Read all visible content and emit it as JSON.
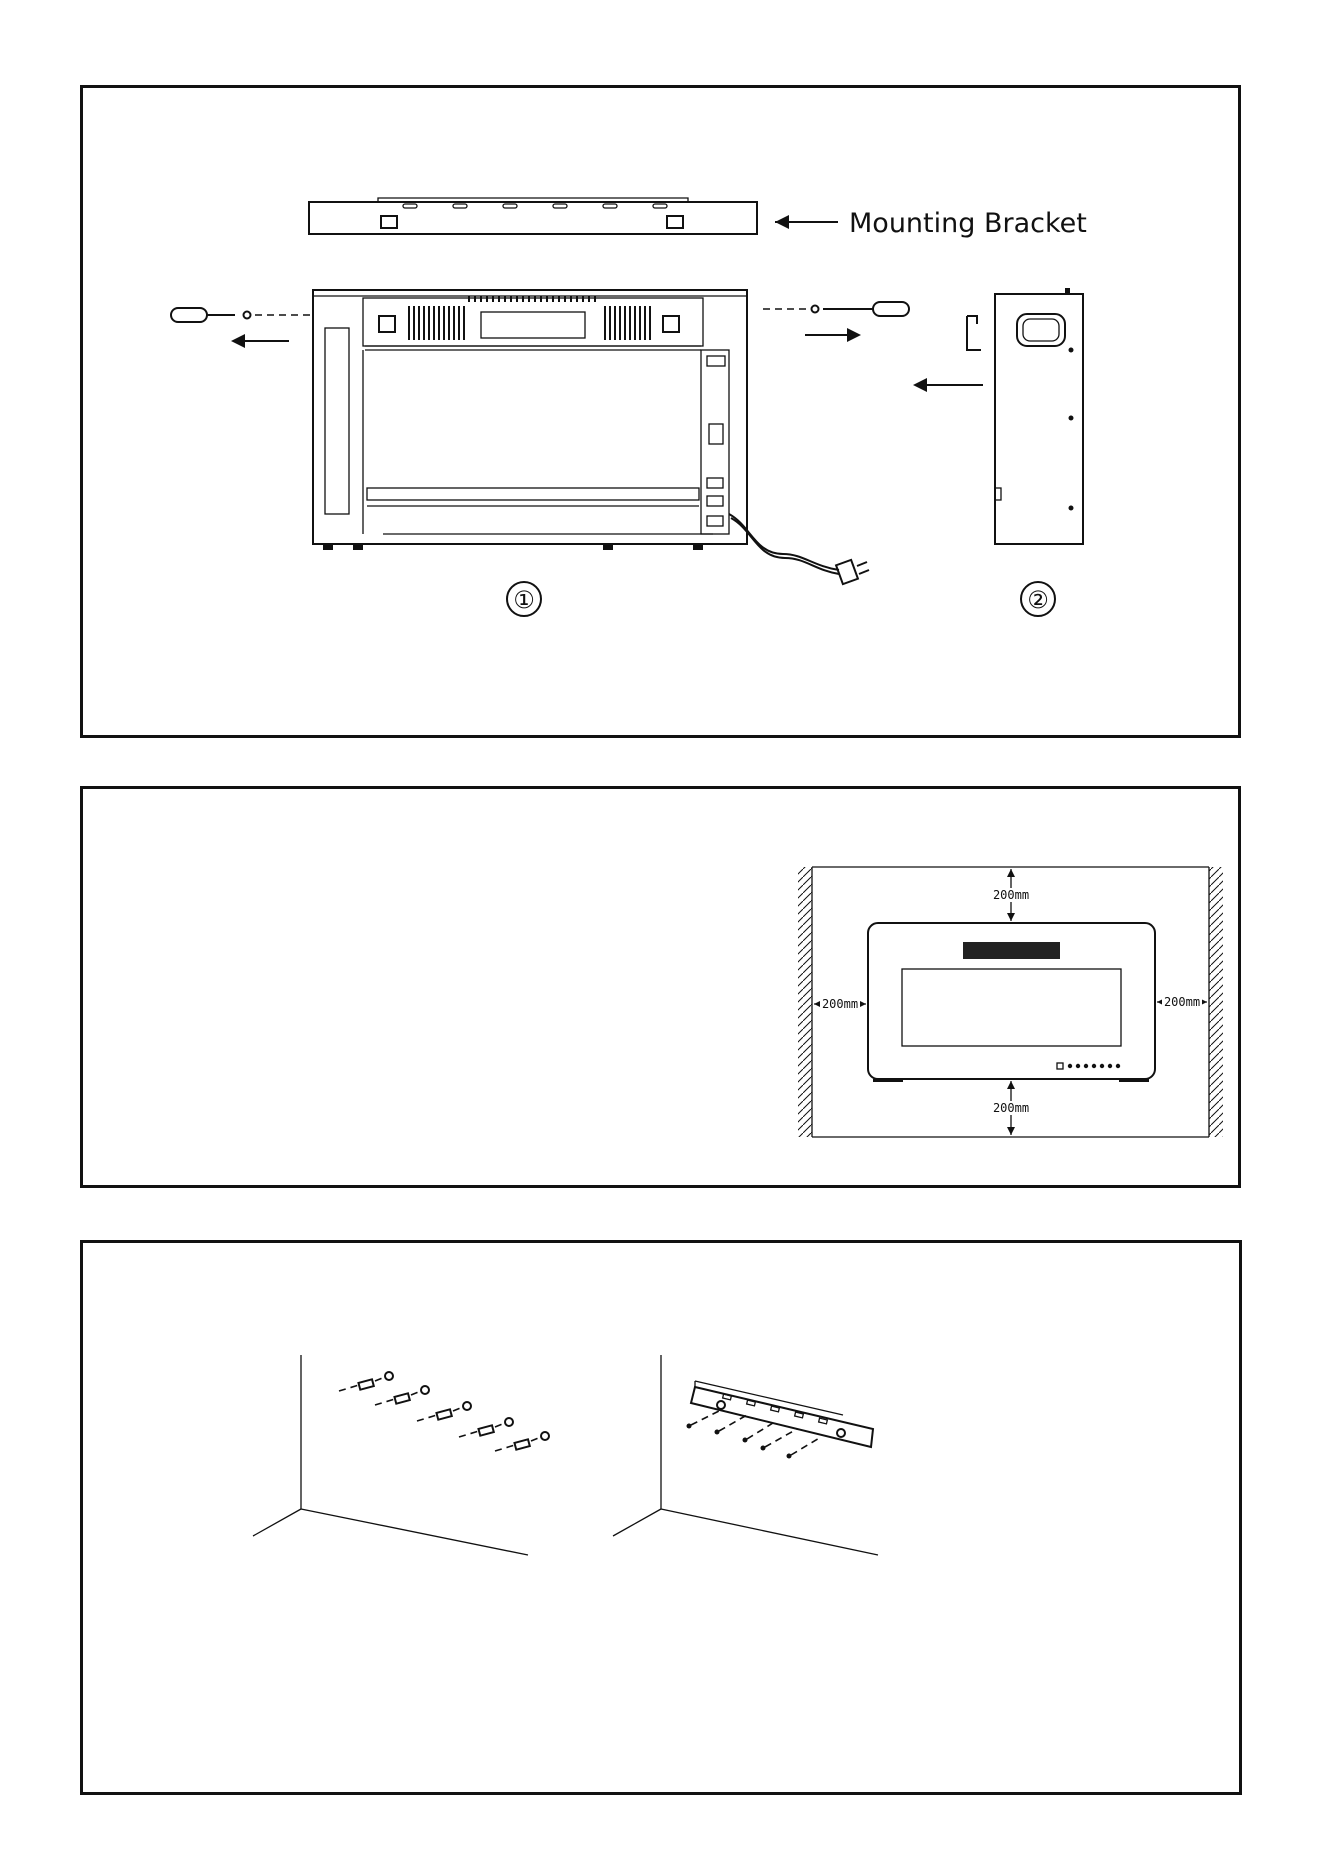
{
  "step1": {
    "callout": "Mounting Bracket",
    "part_numbers": [
      "①",
      "②"
    ],
    "icons": [
      "screwdriver-icon",
      "arrow-left-icon",
      "arrow-right-icon"
    ]
  },
  "step2": {
    "clearances": {
      "top": "200mm",
      "left": "200mm",
      "right": "200mm",
      "bottom": "200mm"
    }
  },
  "step3": {
    "icons": [
      "wall-anchor-icon",
      "screw-icon",
      "bracket-icon"
    ]
  }
}
